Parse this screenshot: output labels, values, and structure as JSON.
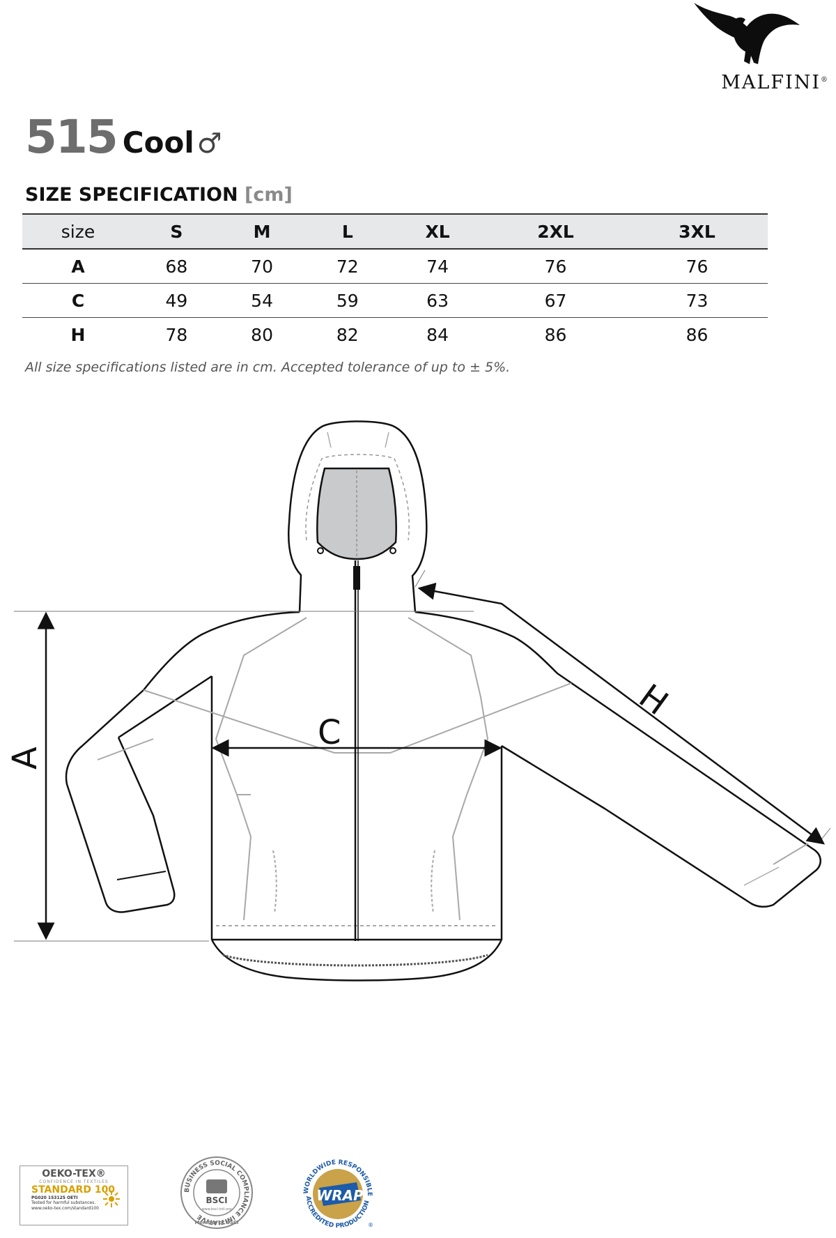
{
  "brand": {
    "name": "MALFINI",
    "registered": "®",
    "logo_icon": "eagle-icon"
  },
  "product": {
    "code": "515",
    "name": "Cool",
    "gender_symbol": "♂"
  },
  "spec": {
    "heading": "SIZE SPECIFICATION",
    "unit": "[cm]",
    "table": {
      "header": [
        "size",
        "S",
        "M",
        "L",
        "XL",
        "2XL",
        "3XL"
      ],
      "rows": [
        [
          "A",
          "68",
          "70",
          "72",
          "74",
          "76",
          "76"
        ],
        [
          "C",
          "49",
          "54",
          "59",
          "63",
          "67",
          "73"
        ],
        [
          "H",
          "78",
          "80",
          "82",
          "84",
          "86",
          "86"
        ]
      ]
    },
    "note": "All size specifications listed are in cm. Accepted tolerance of up to ± 5%."
  },
  "diagram": {
    "labels": {
      "a": "A",
      "c": "C",
      "h": "H"
    }
  },
  "certifications": {
    "oeko": {
      "title": "OEKO-TEX®",
      "subtitle": "CONFIDENCE IN TEXTILES",
      "standard": "STANDARD 100",
      "code": "PG020 153125 OETI",
      "line1": "Tested for harmful substances.",
      "line2": "www.oeko-tex.com/standard100"
    },
    "bsci": {
      "ring_text": "BUSINESS SOCIAL COMPLIANCE INITIATIVE",
      "center": "BSCI",
      "url": "www.bsci-intl.org",
      "member": "Member of BSCI"
    },
    "wrap": {
      "top_text": "WORLDWIDE RESPONSIBLE",
      "center": "WRAP",
      "bottom_text": "ACCREDITED PRODUCTION",
      "registered": "®"
    }
  }
}
